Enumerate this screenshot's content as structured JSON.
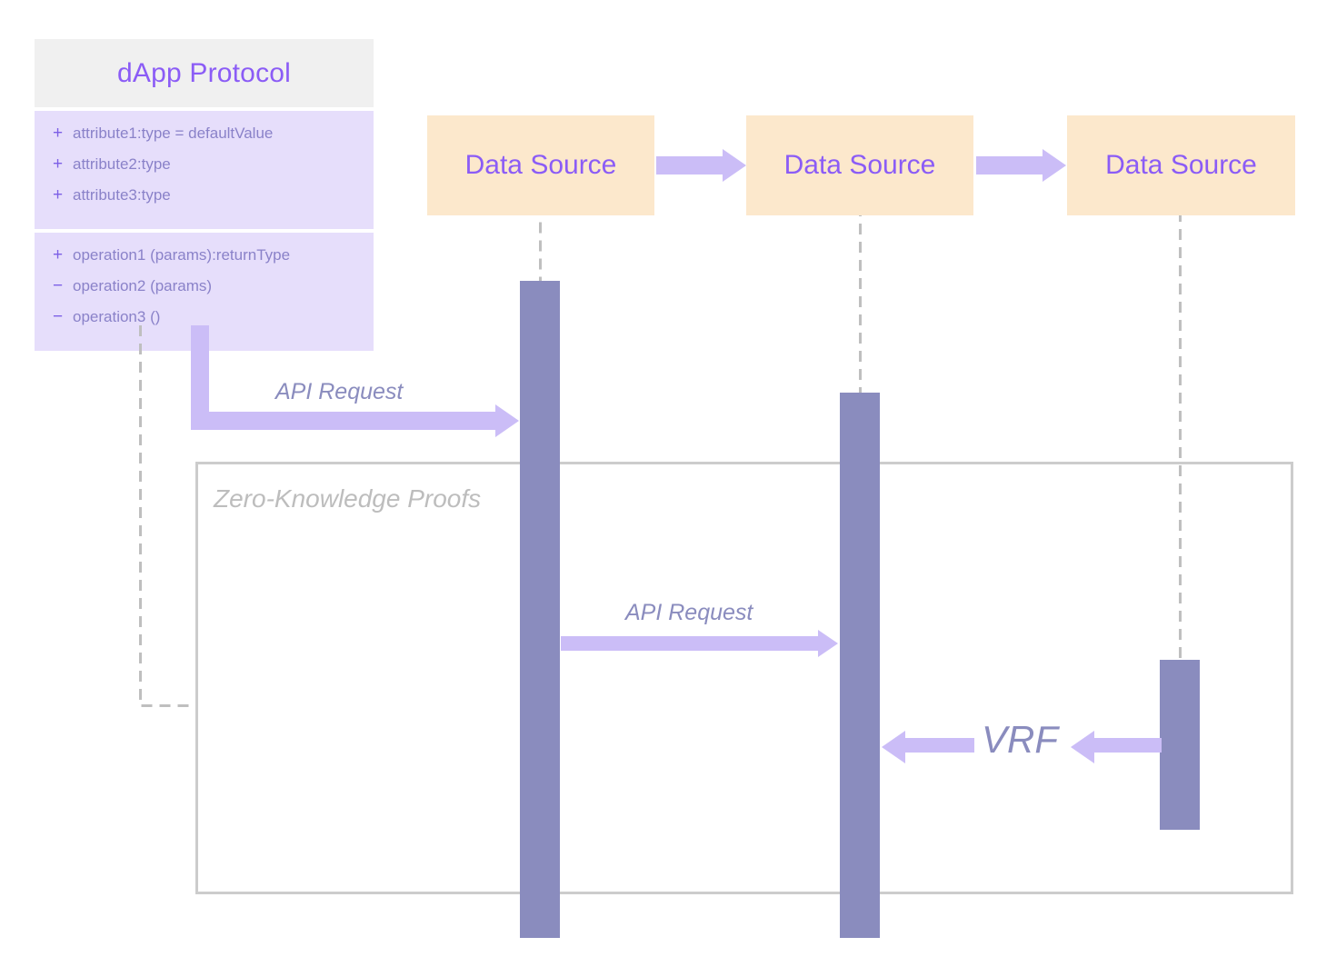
{
  "diagram": {
    "type": "uml-sequence-diagram",
    "background": "#ffffff",
    "colors": {
      "class_header_bg": "#f0f0f0",
      "class_section_bg": "#e6defb",
      "actor_bg": "#fce8cc",
      "accent_purple": "#8b5cf6",
      "arrow_purple": "#cbbdf7",
      "activation_slate": "#8a8cbe",
      "lifeline_gray": "#bfbfbf",
      "frame_border": "#cccccc",
      "frame_label": "#bdbdbd",
      "message_label": "#8a8cbe"
    }
  },
  "uml_class": {
    "name": "dApp Protocol",
    "attributes": [
      {
        "visibility": "+",
        "text": "attribute1:type = defaultValue"
      },
      {
        "visibility": "+",
        "text": "attribute2:type"
      },
      {
        "visibility": "+",
        "text": "attribute3:type"
      }
    ],
    "operations": [
      {
        "visibility": "+",
        "text": "operation1 (params):returnType"
      },
      {
        "visibility": "−",
        "text": "operation2 (params)"
      },
      {
        "visibility": "−",
        "text": "operation3 ()"
      }
    ]
  },
  "actors": [
    {
      "id": "ds1",
      "label": "Data Source"
    },
    {
      "id": "ds2",
      "label": "Data Source"
    },
    {
      "id": "ds3",
      "label": "Data Source"
    }
  ],
  "actor_links": [
    {
      "from": "ds1",
      "to": "ds2",
      "icon": "arrow-right-icon"
    },
    {
      "from": "ds2",
      "to": "ds3",
      "icon": "arrow-right-icon"
    }
  ],
  "fragment": {
    "label": "Zero-Knowledge Proofs"
  },
  "messages": [
    {
      "id": "m1",
      "label": "API Request",
      "direction": "right",
      "from": "dApp Protocol",
      "to": "ds1"
    },
    {
      "id": "m2",
      "label": "API Request",
      "direction": "right",
      "from": "ds1",
      "to": "ds2"
    },
    {
      "id": "m3",
      "label": "VRF",
      "direction": "left",
      "from": "ds3",
      "to": "ds2"
    }
  ]
}
